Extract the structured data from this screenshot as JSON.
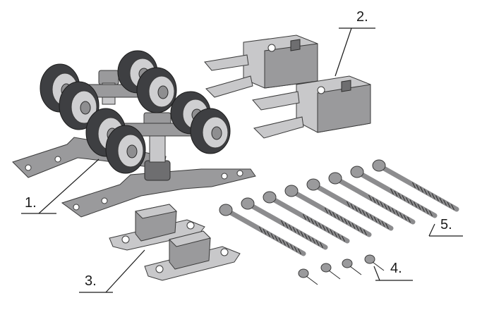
{
  "callouts": [
    {
      "id": "1",
      "label": "1."
    },
    {
      "id": "2",
      "label": "2."
    },
    {
      "id": "3",
      "label": "3."
    },
    {
      "id": "4",
      "label": "4."
    },
    {
      "id": "5",
      "label": "5."
    }
  ]
}
